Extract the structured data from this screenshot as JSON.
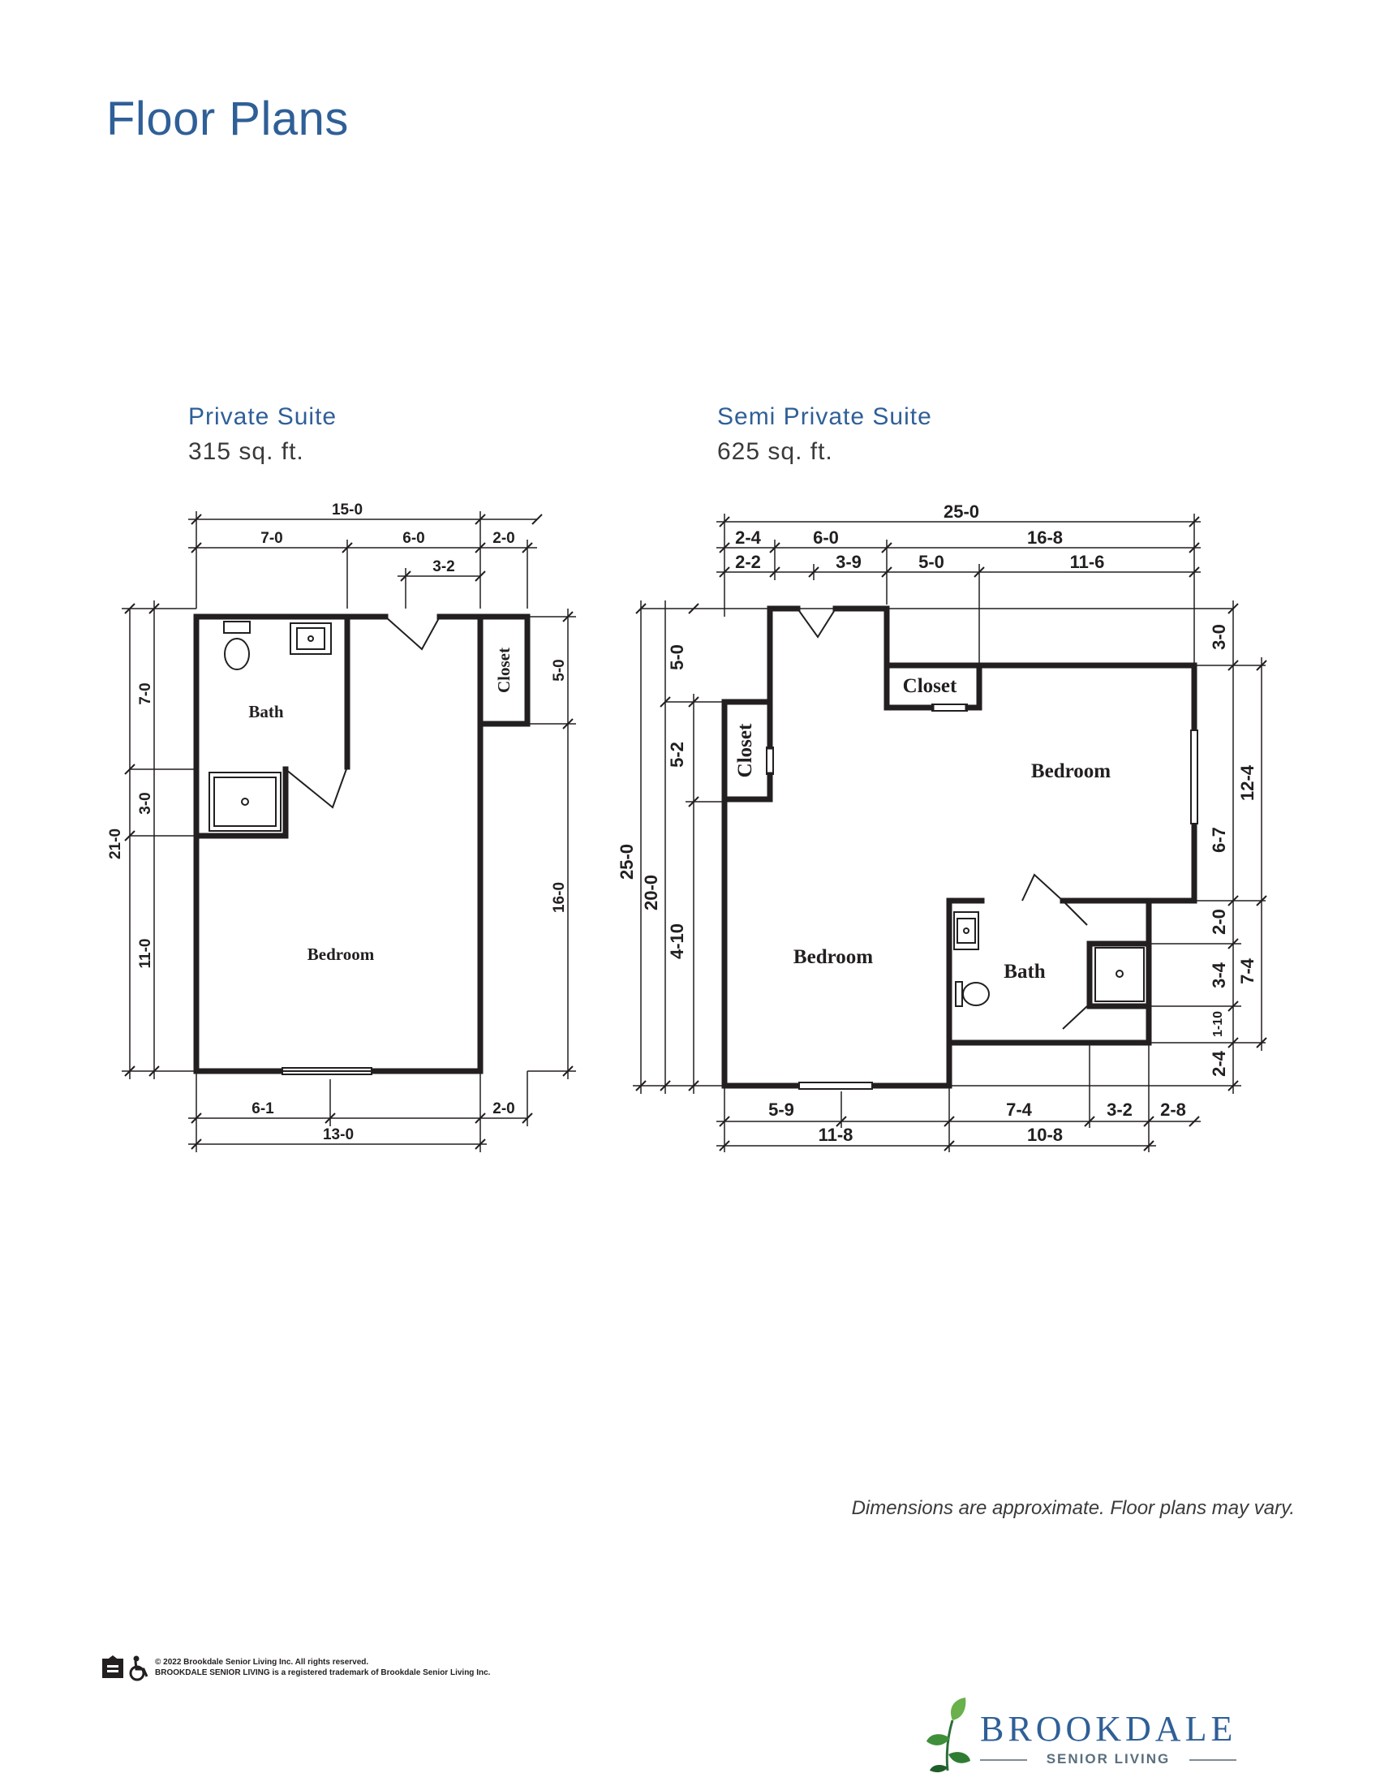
{
  "page": {
    "title": "Floor Plans"
  },
  "private_suite": {
    "name": "Private Suite",
    "area": "315 sq. ft.",
    "rooms": {
      "bath": "Bath",
      "bedroom": "Bedroom",
      "closet": "Closet"
    },
    "dims": {
      "top_total": "15-0",
      "top_a": "7-0",
      "top_b": "6-0",
      "top_c": "2-0",
      "door": "3-2",
      "left_total": "21-0",
      "left_a": "7-0",
      "left_b": "3-0",
      "left_c": "11-0",
      "right_a": "5-0",
      "right_b": "16-0",
      "bottom_a": "6-1",
      "bottom_b": "2-0",
      "bottom_total": "13-0"
    }
  },
  "semi_private_suite": {
    "name": "Semi Private Suite",
    "area": "625 sq. ft.",
    "rooms": {
      "bedroom_right": "Bedroom",
      "bedroom_left": "Bedroom",
      "bath": "Bath",
      "closet_top": "Closet",
      "closet_left": "Closet"
    },
    "dims": {
      "top_total": "25-0",
      "top_a": "2-4",
      "top_b": "6-0",
      "top_c": "16-8",
      "top_d": "2-2",
      "top_e": "3-9",
      "top_f": "5-0",
      "top_g": "11-6",
      "left_a": "5-0",
      "left_b": "5-2",
      "left_c": "4-10",
      "left_total1": "25-0",
      "left_total2": "20-0",
      "right_a": "3-0",
      "right_b": "12-4",
      "right_c": "6-7",
      "right_d": "2-0",
      "right_e": "3-4",
      "right_f": "7-4",
      "right_g": "1-10",
      "right_h": "2-4",
      "bottom_a": "5-9",
      "bottom_b": "7-4",
      "bottom_c": "3-2",
      "bottom_d": "2-8",
      "bottom_e": "11-8",
      "bottom_f": "10-8"
    }
  },
  "footer": {
    "disclaimer": "Dimensions are approximate. Floor plans may vary.",
    "copyright": "© 2022 Brookdale Senior Living Inc. All rights reserved.",
    "trademark": "BROOKDALE SENIOR LIVING is a registered trademark of Brookdale Senior Living Inc.",
    "logo_word": "BROOKDALE",
    "logo_sub": "SENIOR LIVING"
  },
  "colors": {
    "title_blue": "#2f5f97",
    "wall": "#231f20"
  }
}
